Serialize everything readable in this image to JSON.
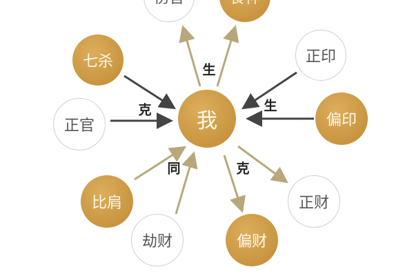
{
  "nodes": {
    "self": "我",
    "shangguan": "伤官",
    "shishen": "食神",
    "qisha": "七杀",
    "zhengguan": "正官",
    "zhengyin": "正印",
    "pianyin": "偏印",
    "bijian": "比肩",
    "jiecai": "劫财",
    "zhengcai": "正财",
    "piancai": "偏财"
  },
  "relations": {
    "sheng_out": "生",
    "ke_in": "克",
    "sheng_in": "生",
    "tong": "同",
    "ke_out": "克"
  },
  "colors": {
    "gold": "#c9953f",
    "dark_arrow": "#444444",
    "tan_arrow": "#b8a77a"
  }
}
